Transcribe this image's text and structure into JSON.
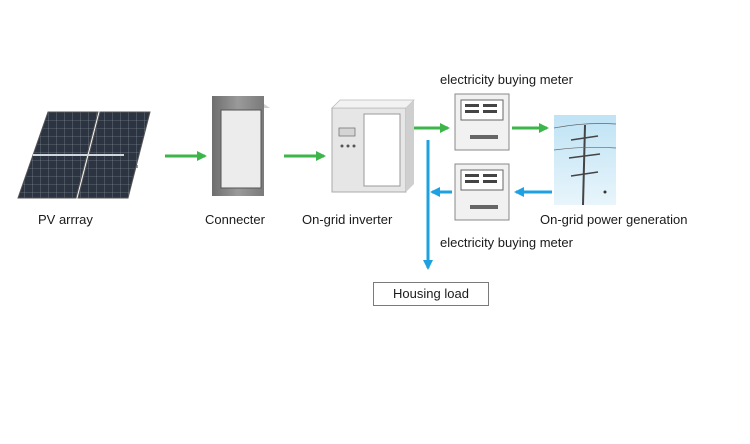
{
  "labels": {
    "pv_array": "PV arrray",
    "connecter": "Connecter",
    "inverter": "On-grid inverter",
    "meter_top": "electricity buying meter",
    "meter_bottom": "electricity buying meter",
    "grid": "On-grid power generation",
    "housing_load": "Housing load"
  },
  "colors": {
    "forward_arrow": "#3cb54a",
    "return_arrow": "#1da1e0",
    "background": "#ffffff"
  },
  "icons": {
    "pv_array": "solar-panel-icon",
    "connecter": "cabinet-icon",
    "inverter": "inverter-icon",
    "meter": "electricity-meter-icon",
    "grid": "transmission-tower-icon"
  }
}
